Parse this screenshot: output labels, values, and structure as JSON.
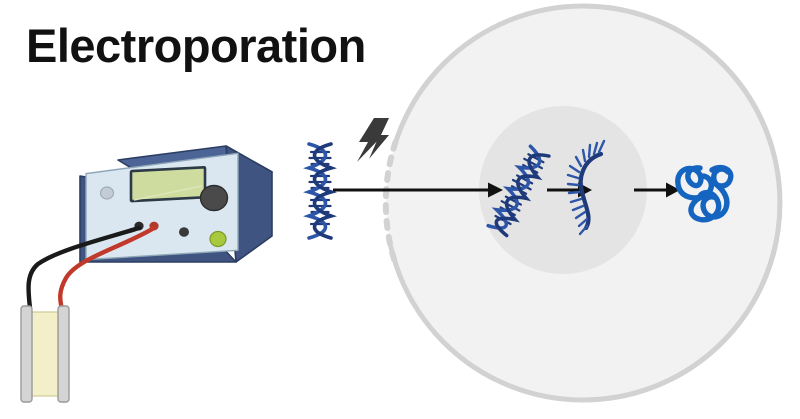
{
  "figure": {
    "title": "Electroporation",
    "background_color": "#ffffff",
    "title_color": "#111111"
  },
  "equipment": {
    "device_name": "electroporator",
    "body_color": "#3f5480",
    "body_top_color": "#4d6596",
    "panel_color": "#dbe7f0",
    "screen_color": "#cfdca0",
    "screen_border_color": "#2b3a46",
    "knob_color": "#4a4a4a",
    "led_color": "#a8c93e",
    "button_color": "#3a3a3a",
    "indicator_color": "#c3ccd4",
    "port_color": "#2a2a2a",
    "cable_black_color": "#1a1a1a",
    "cable_red_color": "#c0392b"
  },
  "cuvette": {
    "name": "electroporation-cuvette",
    "fill_color": "#f3efc8",
    "electrode_color": "#d4d4d4",
    "electrode_border_color": "#9a9a9a"
  },
  "cell": {
    "name": "target-cell",
    "membrane_color": "#d2d2d2",
    "cytoplasm_color": "#f2f2f2",
    "nucleus_color": "#e4e4e4",
    "nucleus_name": "cell-nucleus",
    "pore_description": "dashed membrane gap"
  },
  "molecules": {
    "plasmid_dna_label": "DNA double helix",
    "nuclear_dna_label": "DNA double helix",
    "mrna_label": "mRNA transcript",
    "protein_label": "folded protein",
    "dna_color": "#1f3a7a",
    "dna_light_color": "#2d55a8",
    "mrna_color": "#1f3a7a",
    "protein_color": "#1565c0"
  },
  "symbols": {
    "lightning_label": "electric pulse",
    "lightning_color": "#3a3a3a",
    "arrow_color": "#111111"
  },
  "flow": {
    "steps": [
      {
        "label": "DNA enters cell",
        "arrow": "arrow-entry"
      },
      {
        "label": "transcription",
        "arrow": "arrow-transcription"
      },
      {
        "label": "translation",
        "arrow": "arrow-translation"
      }
    ]
  }
}
